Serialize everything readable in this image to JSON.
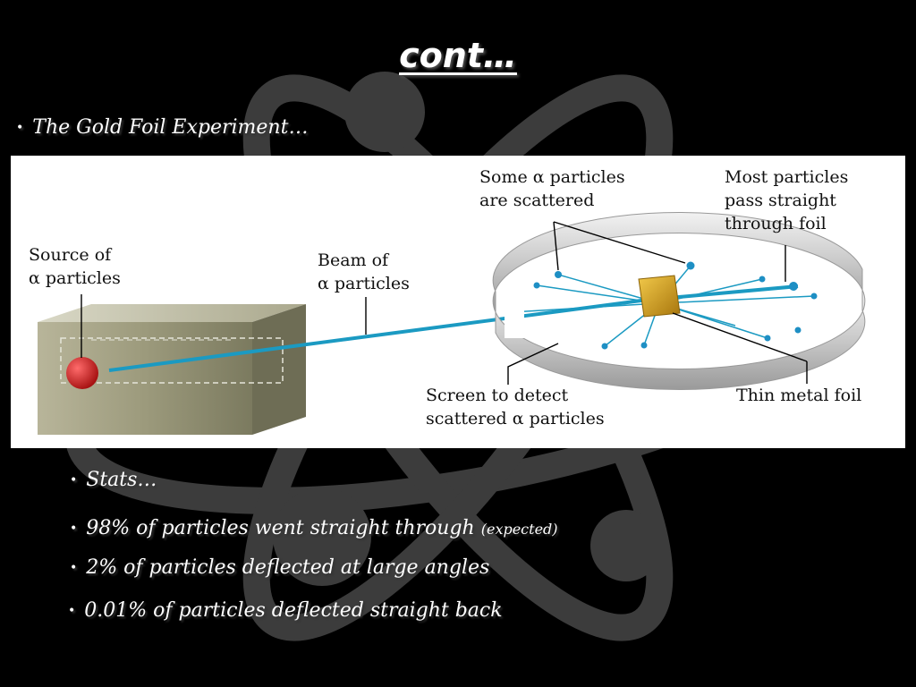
{
  "slide": {
    "title": "cont…",
    "main_bullet": "The Gold Foil Experiment…",
    "stats_heading": "Stats…",
    "stats": [
      {
        "text": "98% of particles went straight through",
        "note": "(expected)"
      },
      {
        "text": "2% of particles deflected at large angles",
        "note": ""
      },
      {
        "text": "0.01% of particles deflected straight back",
        "note": ""
      }
    ]
  },
  "diagram": {
    "labels": {
      "source_1": "Source of",
      "source_2": "α particles",
      "beam_1": "Beam of",
      "beam_2": "α particles",
      "scattered_1": "Some α particles",
      "scattered_2": "are scattered",
      "straight_1": "Most particles",
      "straight_2": "pass straight",
      "straight_3": "through foil",
      "screen_1": "Screen to detect",
      "screen_2": "scattered α particles",
      "foil": "Thin metal foil"
    },
    "colors": {
      "beam": "#1b9ac2",
      "dot": "#1e8fc4",
      "gold": "#d6a21e",
      "source": "#d42020",
      "box": "#8f8f6e"
    }
  }
}
